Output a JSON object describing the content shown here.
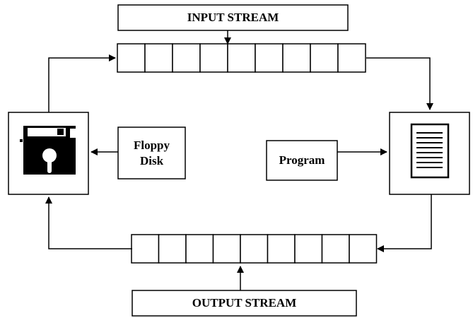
{
  "diagram": {
    "input_stream": {
      "label": "INPUT STREAM",
      "cell_count": 9
    },
    "output_stream": {
      "label": "OUTPUT STREAM",
      "cell_count": 9
    },
    "floppy_disk": {
      "label_line1": "Floppy",
      "label_line2": "Disk",
      "icon": "floppy-disk-icon"
    },
    "program": {
      "label": "Program"
    },
    "document": {
      "icon": "document-icon"
    }
  },
  "colors": {
    "stroke": "#000000",
    "background": "#ffffff"
  }
}
